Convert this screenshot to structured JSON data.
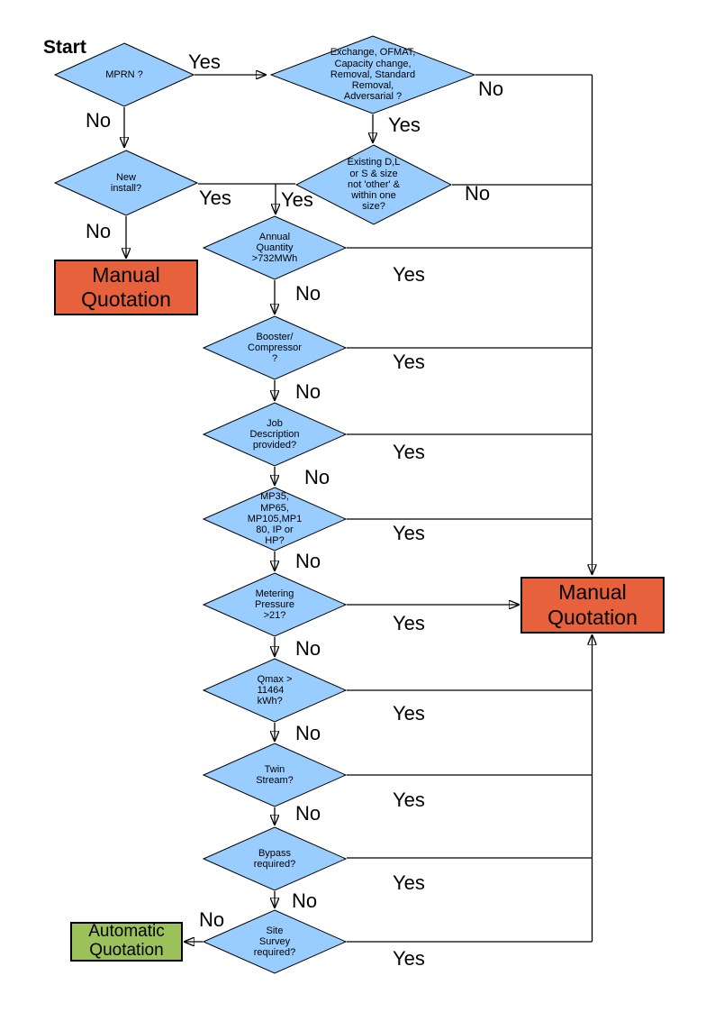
{
  "page": {
    "start_label": "Start"
  },
  "colors": {
    "decision_fill": "#99CCFF",
    "manual_fill": "#E6613C",
    "auto_fill": "#9CC25C",
    "line": "#000000"
  },
  "decisions": [
    {
      "id": "mprn",
      "label": "MPRN ?"
    },
    {
      "id": "exchange",
      "label": "Exchange, OFMAT,\nCapacity change,\nRemoval, Standard\nRemoval,\nAdversarial ?"
    },
    {
      "id": "new-install",
      "label": "New\ninstall?"
    },
    {
      "id": "existing-size",
      "label": "Existing D,L\nor S & size\nnot 'other' &\nwithin one\nsize?"
    },
    {
      "id": "annual-quantity",
      "label": "Annual\nQuantity\n>732MWh"
    },
    {
      "id": "booster-compressor",
      "label": "Booster/\nCompressor\n?"
    },
    {
      "id": "job-description",
      "label": "Job\nDescription\nprovided?"
    },
    {
      "id": "pressure-tier",
      "label": "MP35,\nMP65,\nMP105,MP1\n80, IP or\nHP?"
    },
    {
      "id": "metering-pressure",
      "label": "Metering\nPressure\n>21?"
    },
    {
      "id": "qmax",
      "label": "Qmax >\n11464\nkWh?"
    },
    {
      "id": "twin-stream",
      "label": "Twin\nStream?"
    },
    {
      "id": "bypass",
      "label": "Bypass\nrequired?"
    },
    {
      "id": "site-survey",
      "label": "Site\nSurvey\nrequired?"
    }
  ],
  "terminals": [
    {
      "id": "manual-quotation-left",
      "label": "Manual Quotation"
    },
    {
      "id": "manual-quotation-right",
      "label": "Manual Quotation"
    },
    {
      "id": "automatic-quotation",
      "label": "Automatic Quotation"
    }
  ],
  "edge_labels": [
    {
      "id": "mprn-yes",
      "text": "Yes"
    },
    {
      "id": "mprn-no",
      "text": "No"
    },
    {
      "id": "exchange-no",
      "text": "No"
    },
    {
      "id": "exchange-yes",
      "text": "Yes"
    },
    {
      "id": "existing-no",
      "text": "No"
    },
    {
      "id": "new-install-yes",
      "text": "Yes"
    },
    {
      "id": "existing-yes",
      "text": "Yes"
    },
    {
      "id": "new-install-no",
      "text": "No"
    },
    {
      "id": "annual-yes",
      "text": "Yes"
    },
    {
      "id": "annual-no",
      "text": "No"
    },
    {
      "id": "booster-yes",
      "text": "Yes"
    },
    {
      "id": "booster-no",
      "text": "No"
    },
    {
      "id": "job-yes",
      "text": "Yes"
    },
    {
      "id": "job-no",
      "text": "No"
    },
    {
      "id": "pressure-tier-yes",
      "text": "Yes"
    },
    {
      "id": "pressure-tier-no",
      "text": "No"
    },
    {
      "id": "metering-yes",
      "text": "Yes"
    },
    {
      "id": "metering-no",
      "text": "No"
    },
    {
      "id": "qmax-yes",
      "text": "Yes"
    },
    {
      "id": "qmax-no",
      "text": "No"
    },
    {
      "id": "twin-yes",
      "text": "Yes"
    },
    {
      "id": "twin-no",
      "text": "No"
    },
    {
      "id": "bypass-yes",
      "text": "Yes"
    },
    {
      "id": "bypass-no",
      "text": "No"
    },
    {
      "id": "site-survey-no",
      "text": "No"
    },
    {
      "id": "site-survey-yes",
      "text": "Yes"
    }
  ]
}
